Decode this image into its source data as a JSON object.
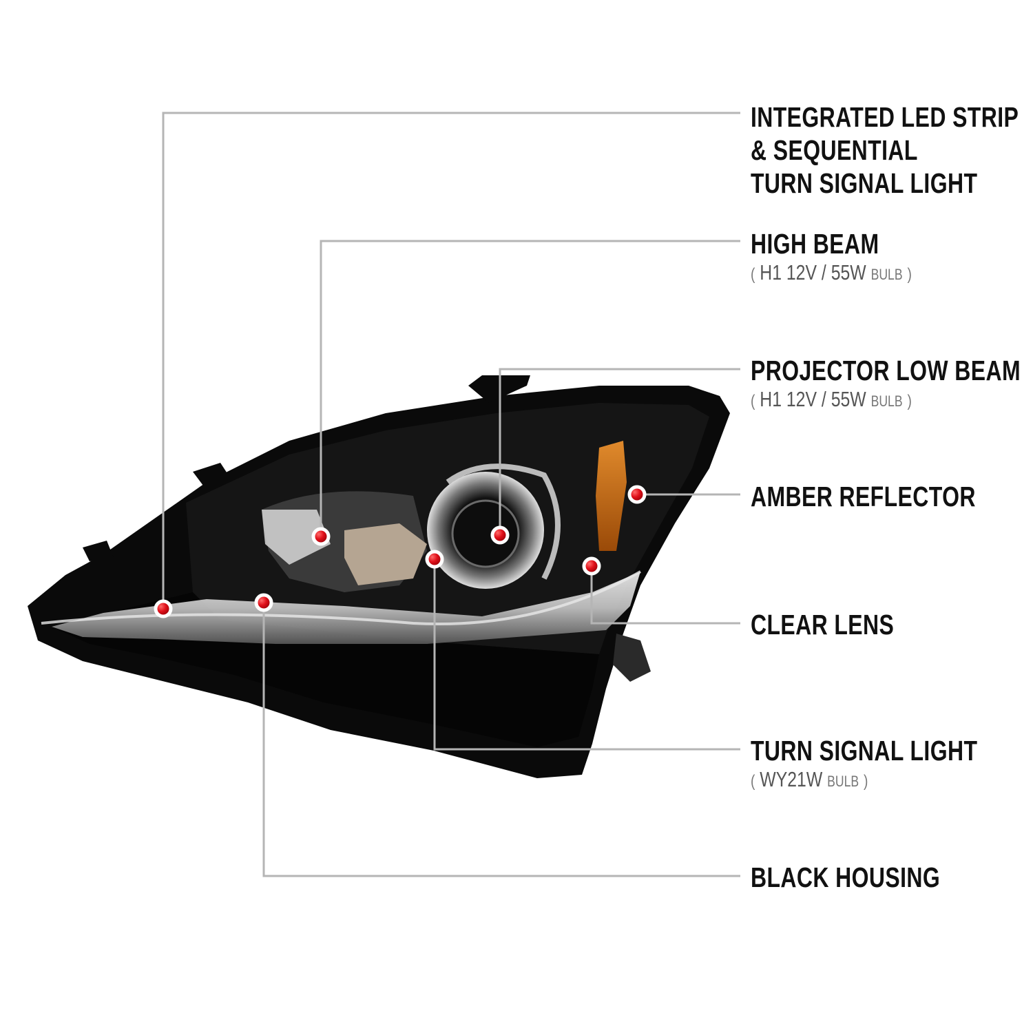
{
  "colors": {
    "background": "#ffffff",
    "callout_line": "#b5b5b5",
    "callout_dot": "#e0101a",
    "label_text": "#111111",
    "spec_text": "#555555",
    "housing": "#0a0a0a",
    "amber": "#c86a12"
  },
  "callouts": [
    {
      "id": "led-strip",
      "lines": [
        "INTEGRATED LED STRIP",
        "& SEQUENTIAL",
        "TURN SIGNAL LIGHT"
      ]
    },
    {
      "id": "high-beam",
      "lines": [
        "HIGH BEAM"
      ],
      "spec": {
        "open": "(",
        "value": "H1  12V / 55W",
        "unit": "BULB",
        "close": ")"
      }
    },
    {
      "id": "projector-low-beam",
      "lines": [
        "PROJECTOR LOW BEAM"
      ],
      "spec": {
        "open": "(",
        "value": "H1  12V / 55W",
        "unit": "BULB",
        "close": ")"
      }
    },
    {
      "id": "amber-reflector",
      "lines": [
        "AMBER REFLECTOR"
      ]
    },
    {
      "id": "clear-lens",
      "lines": [
        "CLEAR LENS"
      ]
    },
    {
      "id": "turn-signal",
      "lines": [
        "TURN SIGNAL LIGHT"
      ],
      "spec": {
        "open": "(",
        "value": "WY21W",
        "unit": "BULB",
        "close": ")"
      }
    },
    {
      "id": "black-housing",
      "lines": [
        "BLACK HOUSING"
      ]
    }
  ]
}
